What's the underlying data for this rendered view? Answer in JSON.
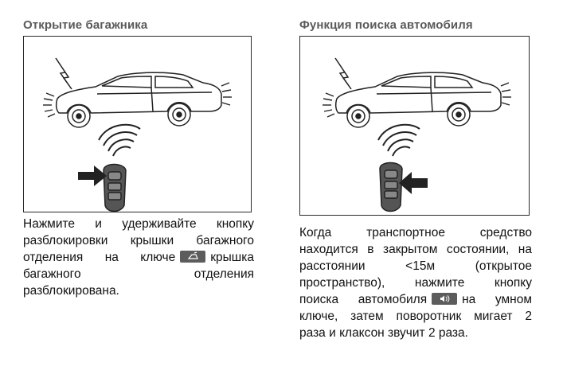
{
  "left": {
    "title": "Открытие багажника",
    "lines": [
      "Нажмите и удерживайте кнопку",
      "разблокировки крышки багажного",
      "отделения на ключе",
      "крышка",
      "багажного отделения",
      "разблокирована."
    ],
    "button_icon": "trunk-open-icon"
  },
  "right": {
    "title": "Функция поиска автомобиля",
    "lines": [
      "Когда транспортное средство",
      "находится в закрытом состоянии, на",
      "расстоянии <15м (открытое",
      "пространство), нажмите кнопку",
      "поиска автомобиля",
      "на умном",
      "ключе, затем поворотник мигает 2",
      "раза и клаксон звучит 2 раза."
    ],
    "button_icon": "speaker-icon"
  },
  "colors": {
    "heading": "#5a5a5a",
    "button": "#5c5c5c",
    "text": "#111111"
  }
}
